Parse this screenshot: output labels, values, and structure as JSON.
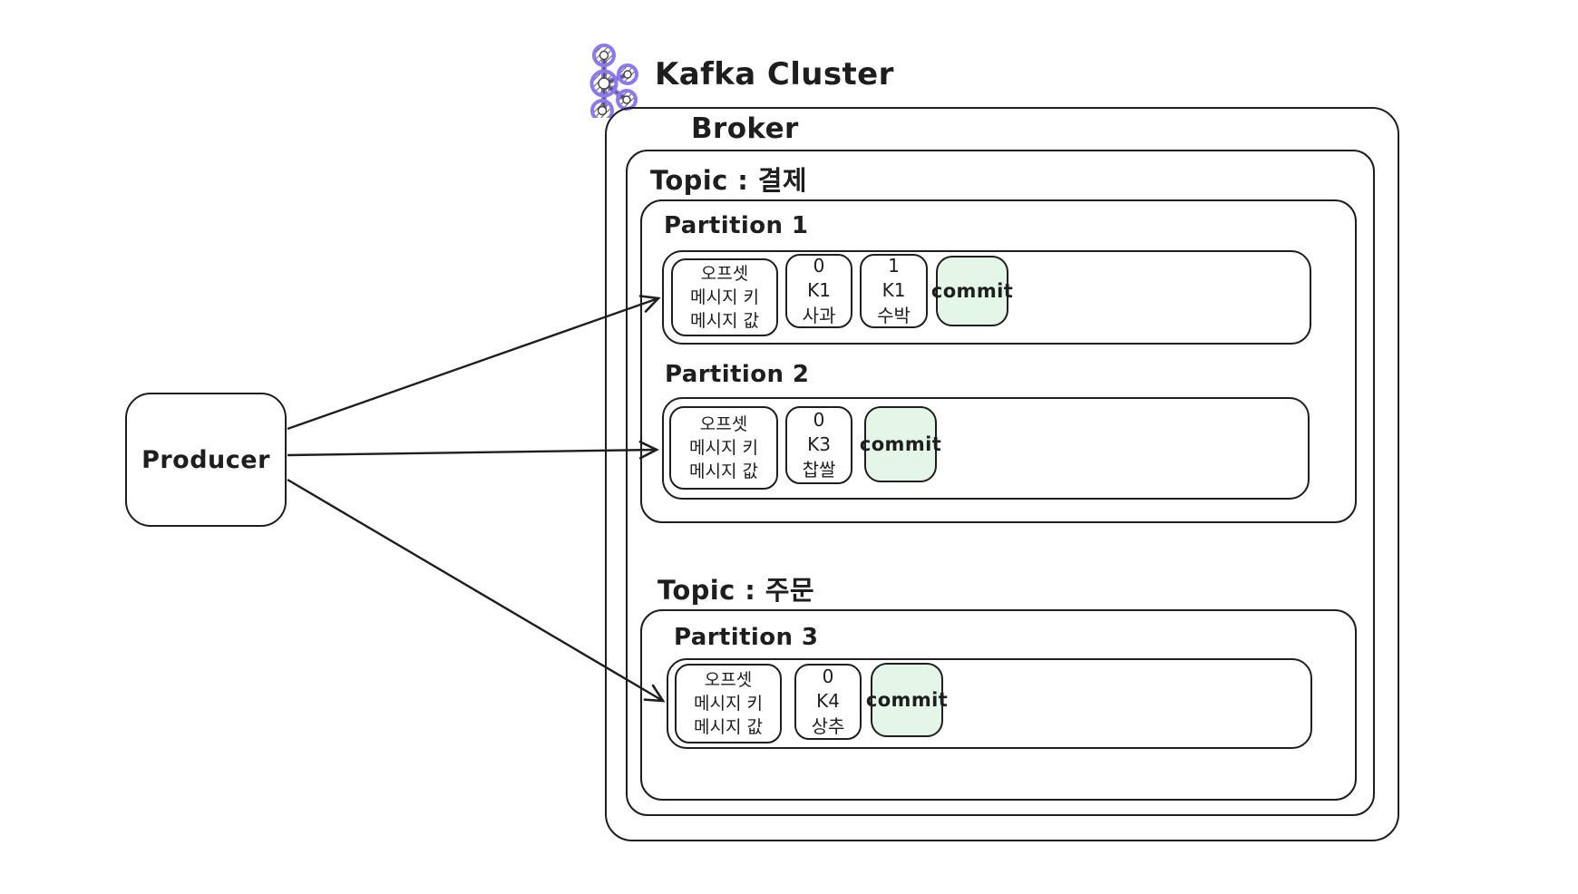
{
  "colors": {
    "stroke": "#1e1e1e",
    "commit_bg": "#e4f6e7",
    "kafka_icon_purple": "#8d78f0"
  },
  "diagram": {
    "cluster_label": "Kafka Cluster",
    "producer_label": "Producer",
    "broker_label": "Broker",
    "topics": [
      {
        "label": "Topic : 결제",
        "partitions": [
          {
            "label": "Partition 1",
            "legend": [
              "오프셋",
              "메시지 키",
              "메시지 값"
            ],
            "messages": [
              [
                "0",
                "K1",
                "사과"
              ],
              [
                "1",
                "K1",
                "수박"
              ]
            ],
            "commit_label": "commit"
          },
          {
            "label": "Partition 2",
            "legend": [
              "오프셋",
              "메시지 키",
              "메시지 값"
            ],
            "messages": [
              [
                "0",
                "K3",
                "찹쌀"
              ]
            ],
            "commit_label": "commit"
          }
        ]
      },
      {
        "label": "Topic : 주문",
        "partitions": [
          {
            "label": "Partition 3",
            "legend": [
              "오프셋",
              "메시지 키",
              "메시지 값"
            ],
            "messages": [
              [
                "0",
                "K4",
                "상추"
              ]
            ],
            "commit_label": "commit"
          }
        ]
      }
    ]
  }
}
